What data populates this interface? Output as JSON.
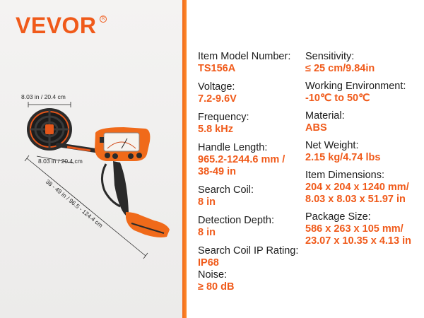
{
  "brand": {
    "logo_text": "VEVOR",
    "logo_mark": "R"
  },
  "colors": {
    "accent": "#f05a1a",
    "text": "#1c1c1c",
    "panel": "#efeeed"
  },
  "dimensions": {
    "coil_width": "8.03 in / 20.4 cm",
    "coil_depth": "8.03 in / 20.4 cm",
    "length": "38 - 49 in / 96.5 - 124.4 cm"
  },
  "specs_left": [
    {
      "label": "Item Model Number:",
      "value": "TS156A"
    },
    {
      "label": "Voltage:",
      "value": "7.2-9.6V"
    },
    {
      "label": "Frequency:",
      "value": "5.8 kHz"
    },
    {
      "label": "Handle Length:",
      "value": "965.2-1244.6 mm /\n38-49 in"
    },
    {
      "label": "Search Coil:",
      "value": "8 in"
    },
    {
      "label": "Detection Depth:",
      "value": "8 in"
    },
    {
      "label": "Search Coil IP Rating:",
      "value": "IP68"
    },
    {
      "label": "Noise:",
      "value": "≥ 80 dB"
    }
  ],
  "specs_right": [
    {
      "label": "Sensitivity:",
      "value": "≤ 25 cm/9.84in"
    },
    {
      "label": "Working Environment:",
      "value": "-10℃ to 50℃"
    },
    {
      "label": "Material:",
      "value": "ABS"
    },
    {
      "label": "Net Weight:",
      "value": "2.15 kg/4.74 lbs"
    },
    {
      "label": "Item Dimensions:",
      "value": "204 x 204 x 1240 mm/\n8.03 x 8.03 x 51.97 in"
    },
    {
      "label": "Package Size:",
      "value": "586 x 263 x 105 mm/\n23.07 x 10.35 x 4.13 in"
    }
  ]
}
